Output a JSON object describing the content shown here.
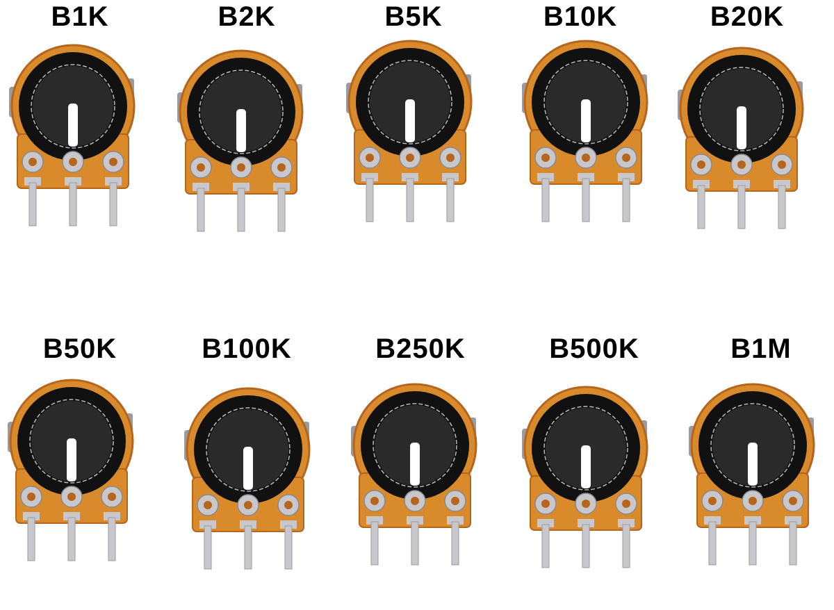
{
  "colors": {
    "background": "#ffffff",
    "label": "#000000",
    "body_orange": "#d98a2a",
    "body_orange_dark": "#b5651d",
    "knob_black": "#111111",
    "knob_ring": "#2a2a2a",
    "indicator_white": "#ffffff",
    "pin_silver": "#c8c8cc",
    "metal_housing": "#9a9aa0"
  },
  "potentiometers": [
    {
      "label": "B1K"
    },
    {
      "label": "B2K"
    },
    {
      "label": "B5K"
    },
    {
      "label": "B10K"
    },
    {
      "label": "B20K"
    },
    {
      "label": "B50K"
    },
    {
      "label": "B100K"
    },
    {
      "label": "B250K"
    },
    {
      "label": "B500K"
    },
    {
      "label": "B1M"
    }
  ]
}
